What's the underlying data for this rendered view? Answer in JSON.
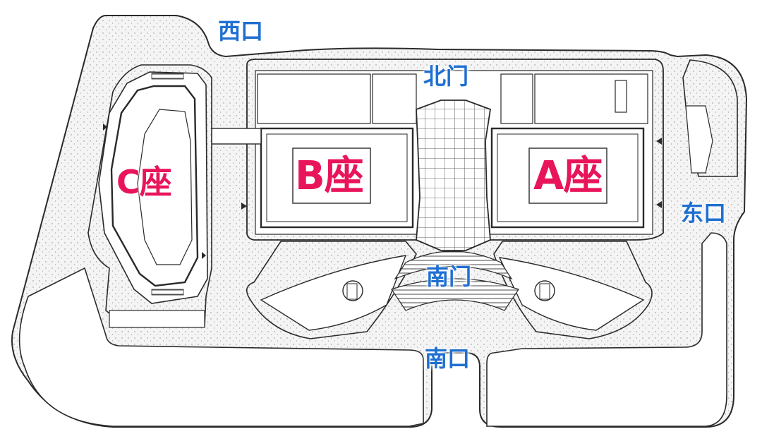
{
  "colors": {
    "gate_label": "#1f6fd1",
    "building_label": "#e8155a",
    "line": "#2a2a2a",
    "landscape_fill": "#efefef"
  },
  "map": {
    "buildings": [
      {
        "id": "C",
        "label": "C座"
      },
      {
        "id": "B",
        "label": "B座"
      },
      {
        "id": "A",
        "label": "A座"
      }
    ],
    "entrances": {
      "west": "西口",
      "east": "东口",
      "south": "南口"
    },
    "doors": {
      "north": "北门",
      "south": "南门"
    }
  }
}
